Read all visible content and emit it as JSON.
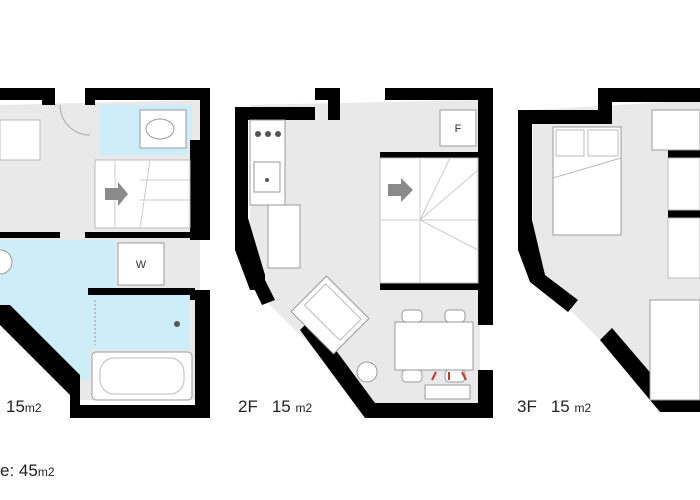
{
  "floors": [
    {
      "id": "1F",
      "label": "",
      "area": "15",
      "unit": "m2"
    },
    {
      "id": "2F",
      "label": "2F",
      "area": "15",
      "unit": "m2"
    },
    {
      "id": "3F",
      "label": "3F",
      "area": "15",
      "unit": "m2"
    }
  ],
  "fixture_labels": {
    "washer": "W",
    "fridge": "F"
  },
  "total": {
    "prefix": "e: ",
    "value": "45",
    "unit": "m2"
  },
  "colors": {
    "wall": "#000000",
    "floor": "#e9e9e9",
    "wet_area": "#cdeef9",
    "fixture_stroke": "#9a9a9a",
    "arrow": "#8a8a8a",
    "heater": "#c0392b"
  }
}
